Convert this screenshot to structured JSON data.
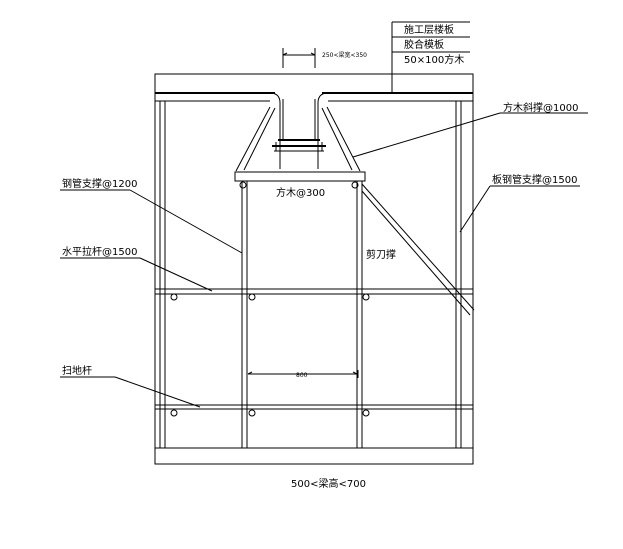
{
  "labels": {
    "floor_slab_construction": "施工层楼板",
    "plywood_formwork": "胶合模板",
    "timber_50x100": "50×100方木",
    "timber_diagonal_brace": "方木斜撑@1000",
    "beam_width_note": "250<梁宽<350",
    "steel_pipe_support": "钢管支撑@1200",
    "timber_300": "方木@300",
    "slab_pipe_support": "板钢管支撑@1500",
    "scissor_brace": "剪刀撑",
    "horizontal_tie": "水平拉杆@1500",
    "dimension_800": "800",
    "sweep_rod": "扫地杆",
    "beam_height_note": "500<梁高<700"
  }
}
